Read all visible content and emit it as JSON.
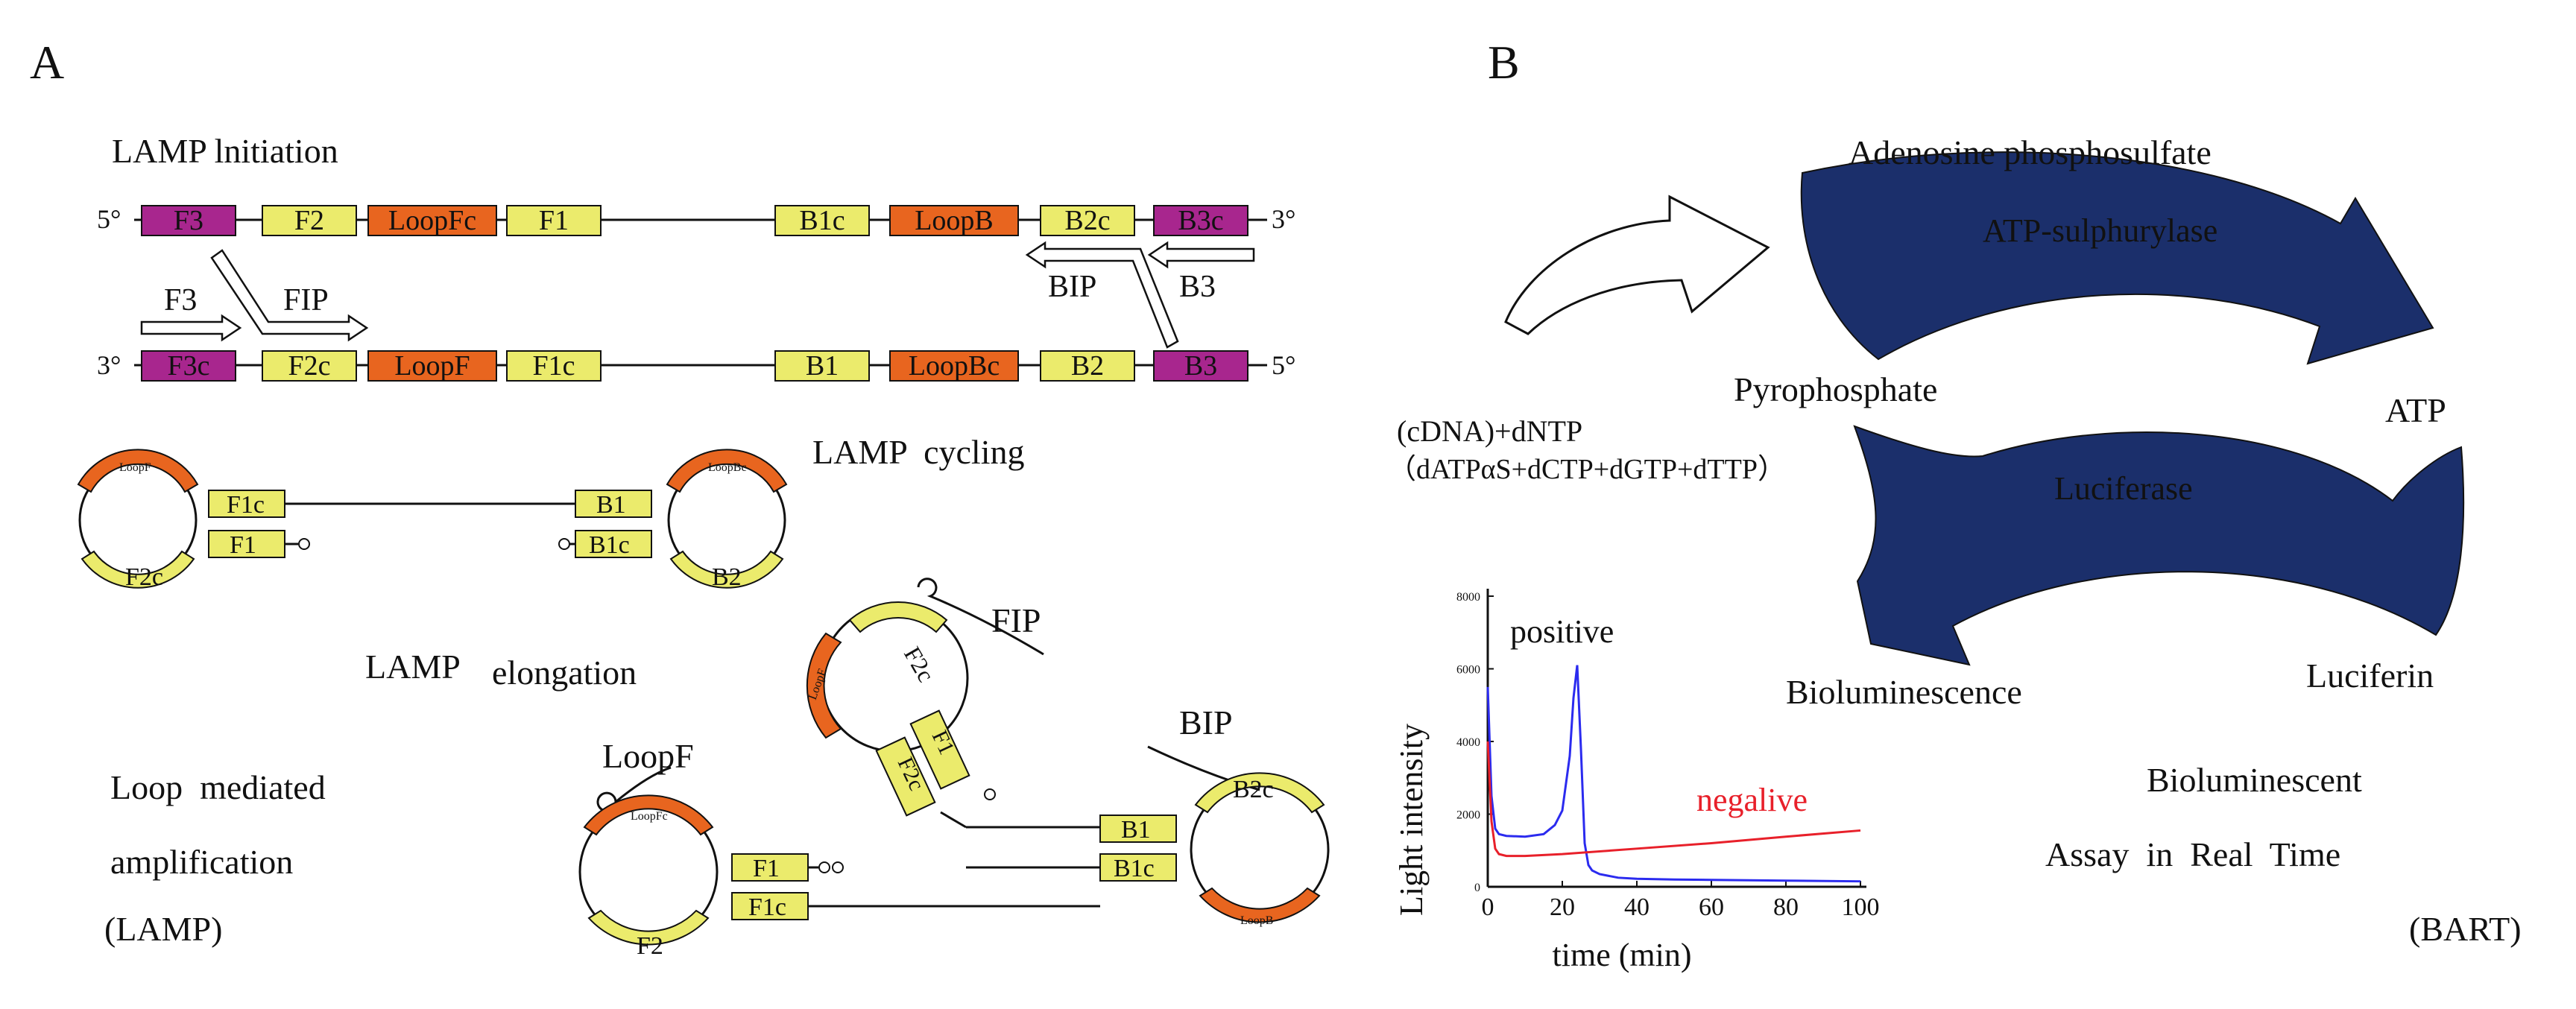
{
  "panelA": {
    "label": "A",
    "initiation_title": "LAMP lnitiation",
    "top_strand": {
      "end5": "5°",
      "end3": "3°",
      "segments": [
        "F3",
        "F2",
        "LoopFc",
        "F1",
        "B1c",
        "LoopB",
        "B2c",
        "B3c"
      ]
    },
    "bottom_strand": {
      "end3": "3°",
      "end5": "5°",
      "segments": [
        "F3c",
        "F2c",
        "LoopF",
        "F1c",
        "B1",
        "LoopBc",
        "B2",
        "B3"
      ]
    },
    "primers": {
      "f3": "F3",
      "fip": "FIP",
      "bip": "BIP",
      "b3": "B3"
    },
    "cycling_title": "LAMP  cycling",
    "cycling": {
      "left_loop": [
        "LoopF",
        "F2c"
      ],
      "left_stem": [
        "F1c",
        "F1"
      ],
      "right_stem": [
        "B1",
        "B1c"
      ],
      "right_loop": [
        "LoopBc",
        "B2"
      ]
    },
    "elongation_title_1": "LAMP",
    "elongation_title_2": "elongation",
    "fip_label": "FIP",
    "bip_label": "BIP",
    "loopf_label": "LoopF",
    "fip_structure": [
      "F2c",
      "LoopF",
      "F1",
      "F2c"
    ],
    "elong": {
      "left_loop": [
        "LoopFc",
        "F2"
      ],
      "left_stem": [
        "F1",
        "F1c"
      ],
      "right_stem": [
        "B1",
        "B1c"
      ],
      "right_loop": [
        "B2c",
        "LoopB"
      ]
    },
    "lamp_desc_1": "Loop  mediated",
    "lamp_desc_2": "amplification",
    "lamp_desc_3": "(LAMP)"
  },
  "panelB": {
    "label": "B",
    "adenosine": "Adenosine phosphosulfate",
    "atp_sulphurylase": "ATP-sulphurylase",
    "pyrophosphate": "Pyrophosphate",
    "atp": "ATP",
    "luciferase": "Luciferase",
    "bioluminescence": "Bioluminescence",
    "luciferin": "Luciferin",
    "cdna": "(cDNA)+dNTP",
    "dntp": "（dATPαS+dCTP+dGTP+dTTP）",
    "bart_1": "Bioluminescent",
    "bart_2": "Assay  in  Real  Time",
    "bart_3": "(BART)"
  },
  "colors": {
    "pink": "#a8268e",
    "yellow": "#ebeb6c",
    "orange": "#e8651f",
    "navy": "#1b2f6b",
    "blue": "#2b2bef",
    "red": "#e8202a"
  },
  "chart_data": {
    "type": "line",
    "xlabel": "time (min)",
    "ylabel": "Light intensity",
    "xlim": [
      0,
      100
    ],
    "ylim": [
      0,
      8000
    ],
    "xticks": [
      "0",
      "20",
      "40",
      "60",
      "80",
      "100"
    ],
    "yticks": [
      "0",
      "2000",
      "4000",
      "6000",
      "8000"
    ],
    "series": [
      {
        "name": "positive",
        "color": "#2b2bef",
        "x": [
          0,
          1,
          2,
          3,
          5,
          10,
          15,
          18,
          20,
          22,
          23,
          24,
          25,
          26,
          27,
          28,
          30,
          35,
          40,
          50,
          60,
          80,
          100
        ],
        "y": [
          5500,
          2500,
          1600,
          1450,
          1400,
          1380,
          1450,
          1700,
          2100,
          3600,
          5200,
          6100,
          3800,
          1200,
          600,
          450,
          350,
          250,
          220,
          200,
          190,
          170,
          150
        ]
      },
      {
        "name": "negalive",
        "color": "#e8202a",
        "x": [
          0,
          1,
          2,
          3,
          5,
          10,
          20,
          40,
          60,
          80,
          100
        ],
        "y": [
          4000,
          1800,
          1050,
          900,
          850,
          850,
          900,
          1050,
          1200,
          1380,
          1550
        ]
      }
    ]
  }
}
